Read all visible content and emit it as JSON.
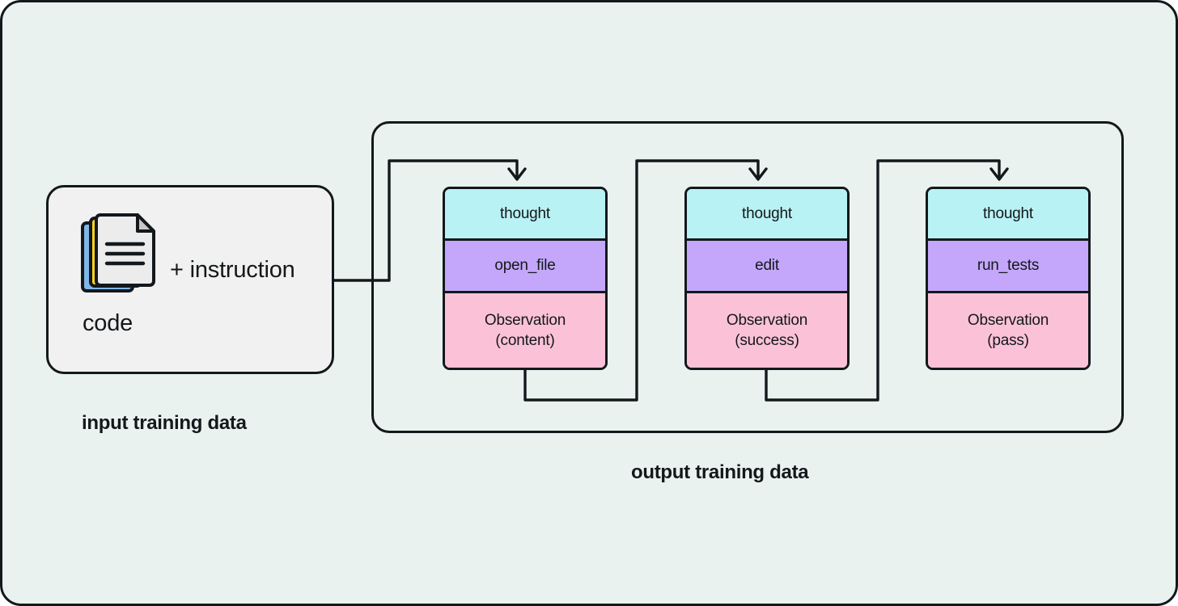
{
  "theme": {
    "background": "#e9f2ee",
    "stroke": "#13181c",
    "input_box_fill": "#f1f1f1",
    "thought_fill": "#b9f2f5",
    "action_fill": "#c4a7fb",
    "observation_fill": "#fbc2d7",
    "doc_front_fill": "#ececec",
    "doc_mid_fill": "#fbd41f",
    "doc_back_fill": "#7fb7e8"
  },
  "input": {
    "icon": "stacked-documents-icon",
    "instruction_label": "+ instruction",
    "code_label": "code",
    "caption": "input training data"
  },
  "output": {
    "caption": "output training data",
    "steps": [
      {
        "thought": "thought",
        "action": "open_file",
        "observation_title": "Observation",
        "observation_detail": "(content)"
      },
      {
        "thought": "thought",
        "action": "edit",
        "observation_title": "Observation",
        "observation_detail": "(success)"
      },
      {
        "thought": "thought",
        "action": "run_tests",
        "observation_title": "Observation",
        "observation_detail": "(pass)"
      }
    ]
  }
}
